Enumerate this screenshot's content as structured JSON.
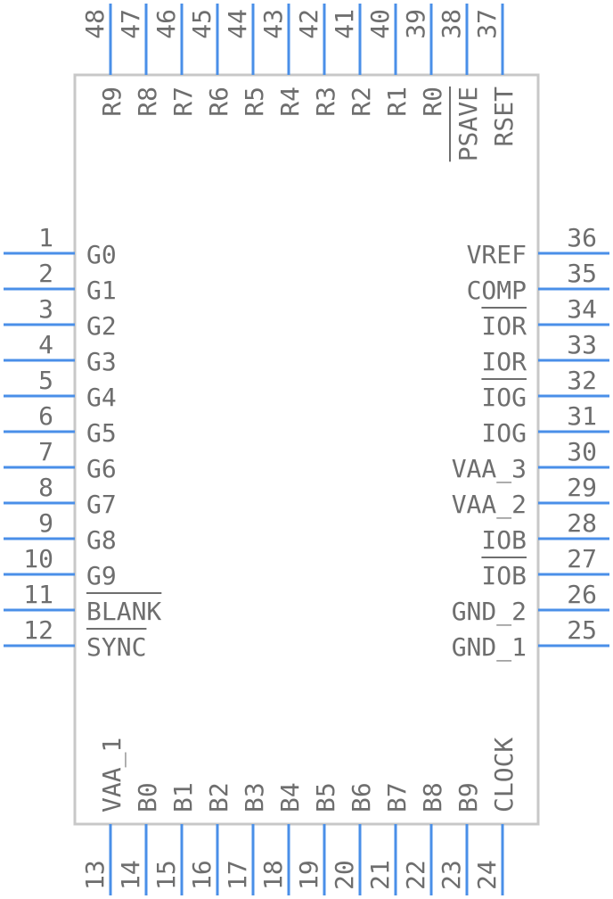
{
  "left_pins": [
    {
      "num": "1",
      "label": "G0",
      "bar": false
    },
    {
      "num": "2",
      "label": "G1",
      "bar": false
    },
    {
      "num": "3",
      "label": "G2",
      "bar": false
    },
    {
      "num": "4",
      "label": "G3",
      "bar": false
    },
    {
      "num": "5",
      "label": "G4",
      "bar": false
    },
    {
      "num": "6",
      "label": "G5",
      "bar": false
    },
    {
      "num": "7",
      "label": "G6",
      "bar": false
    },
    {
      "num": "8",
      "label": "G7",
      "bar": false
    },
    {
      "num": "9",
      "label": "G8",
      "bar": false
    },
    {
      "num": "10",
      "label": "G9",
      "bar": false
    },
    {
      "num": "11",
      "label": "BLANK",
      "bar": true
    },
    {
      "num": "12",
      "label": "SYNC",
      "bar": true
    }
  ],
  "right_pins": [
    {
      "num": "36",
      "label": "VREF",
      "bar": false
    },
    {
      "num": "35",
      "label": "COMP",
      "bar": false
    },
    {
      "num": "34",
      "label": "IOR",
      "bar": true
    },
    {
      "num": "33",
      "label": "IOR",
      "bar": false
    },
    {
      "num": "32",
      "label": "IOG",
      "bar": true
    },
    {
      "num": "31",
      "label": "IOG",
      "bar": false
    },
    {
      "num": "30",
      "label": "VAA_3",
      "bar": false
    },
    {
      "num": "29",
      "label": "VAA_2",
      "bar": false
    },
    {
      "num": "28",
      "label": "IOB",
      "bar": false
    },
    {
      "num": "27",
      "label": "IOB",
      "bar": true
    },
    {
      "num": "26",
      "label": "GND_2",
      "bar": false
    },
    {
      "num": "25",
      "label": "GND_1",
      "bar": false
    }
  ],
  "top_pins": [
    {
      "num": "48",
      "label": "R9",
      "bar": false
    },
    {
      "num": "47",
      "label": "R8",
      "bar": false
    },
    {
      "num": "46",
      "label": "R7",
      "bar": false
    },
    {
      "num": "45",
      "label": "R6",
      "bar": false
    },
    {
      "num": "44",
      "label": "R5",
      "bar": false
    },
    {
      "num": "43",
      "label": "R4",
      "bar": false
    },
    {
      "num": "42",
      "label": "R3",
      "bar": false
    },
    {
      "num": "41",
      "label": "R2",
      "bar": false
    },
    {
      "num": "40",
      "label": "R1",
      "bar": false
    },
    {
      "num": "39",
      "label": "R0",
      "bar": false
    },
    {
      "num": "38",
      "label": "PSAVE",
      "bar": true
    },
    {
      "num": "37",
      "label": "RSET",
      "bar": false
    }
  ],
  "bottom_pins": [
    {
      "num": "13",
      "label": "VAA_1",
      "bar": false
    },
    {
      "num": "14",
      "label": "B0",
      "bar": false
    },
    {
      "num": "15",
      "label": "B1",
      "bar": false
    },
    {
      "num": "16",
      "label": "B2",
      "bar": false
    },
    {
      "num": "17",
      "label": "B3",
      "bar": false
    },
    {
      "num": "18",
      "label": "B4",
      "bar": false
    },
    {
      "num": "19",
      "label": "B5",
      "bar": false
    },
    {
      "num": "20",
      "label": "B6",
      "bar": false
    },
    {
      "num": "21",
      "label": "B7",
      "bar": false
    },
    {
      "num": "22",
      "label": "B8",
      "bar": false
    },
    {
      "num": "23",
      "label": "B9",
      "bar": false
    },
    {
      "num": "24",
      "label": "CLOCK",
      "bar": false
    }
  ]
}
